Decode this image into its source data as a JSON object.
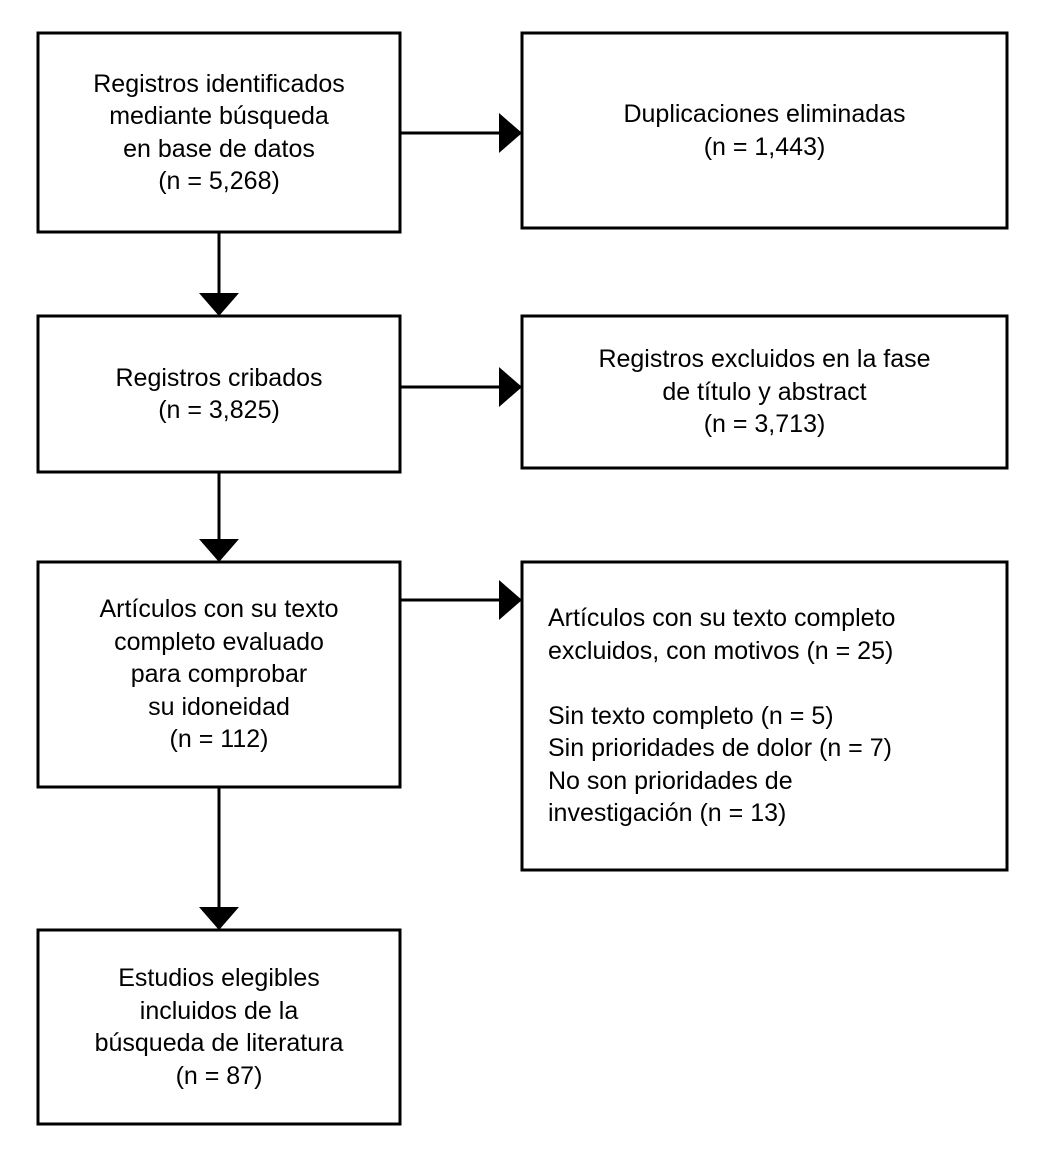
{
  "diagram": {
    "type": "prisma-flow-diagram",
    "language": "es",
    "background_color": "#ffffff",
    "box_border_color": "#000000",
    "text_color": "#000000",
    "connector_color": "#000000"
  },
  "boxes": {
    "identified": {
      "name": "records-identified",
      "align": "center",
      "lines": [
        "Registros identificados",
        "mediante búsqueda",
        "en base de datos",
        "(n = 5,268)"
      ],
      "count_label": "(n = 5,268)",
      "count": 5268
    },
    "duplicates": {
      "name": "duplicates-removed",
      "align": "center",
      "lines": [
        "Duplicaciones eliminadas",
        "(n = 1,443)"
      ],
      "count_label": "(n = 1,443)",
      "count": 1443
    },
    "screened": {
      "name": "records-screened",
      "align": "center",
      "lines": [
        "Registros cribados",
        "(n = 3,825)"
      ],
      "count_label": "(n = 3,825)",
      "count": 3825
    },
    "excluded_screening": {
      "name": "records-excluded-title-abstract",
      "align": "center",
      "lines": [
        "Registros excluidos en la fase",
        "de título y abstract",
        "(n = 3,713)"
      ],
      "count_label": "(n = 3,713)",
      "count": 3713
    },
    "eligibility": {
      "name": "full-text-assessed",
      "align": "center",
      "lines": [
        "Artículos con su texto",
        "completo evaluado",
        "para comprobar",
        "su idoneidad",
        "(n = 112)"
      ],
      "count_label": "(n = 112)",
      "count": 112
    },
    "excluded_fulltext": {
      "name": "full-text-excluded-with-reasons",
      "align": "left",
      "heading_lines": [
        "Artículos con su texto completo",
        "excluidos, con motivos (n = 25)"
      ],
      "count_label": "(n = 25)",
      "count": 25,
      "reasons": [
        {
          "label": "Sin texto completo (n = 5)",
          "reason": "Sin texto completo",
          "n": 5
        },
        {
          "label": "Sin prioridades de dolor (n = 7)",
          "reason": "Sin prioridades de dolor",
          "n": 7
        },
        {
          "label": "No son prioridades de",
          "reason": "No son prioridades de investigación",
          "n": 13
        },
        {
          "label": "investigación (n = 13)",
          "reason": "",
          "n": null
        }
      ]
    },
    "included": {
      "name": "studies-included",
      "align": "center",
      "lines": [
        "Estudios elegibles",
        "incluidos de la",
        "búsqueda de literatura",
        "(n = 87)"
      ],
      "count_label": "(n = 87)",
      "count": 87
    }
  },
  "connectors": [
    {
      "name": "arrow-identified-to-duplicates",
      "direction": "right"
    },
    {
      "name": "arrow-identified-to-screened",
      "direction": "down"
    },
    {
      "name": "arrow-screened-to-excluded-screening",
      "direction": "right"
    },
    {
      "name": "arrow-screened-to-eligibility",
      "direction": "down"
    },
    {
      "name": "arrow-eligibility-to-excluded-fulltext",
      "direction": "right"
    },
    {
      "name": "arrow-eligibility-to-included",
      "direction": "down"
    }
  ]
}
